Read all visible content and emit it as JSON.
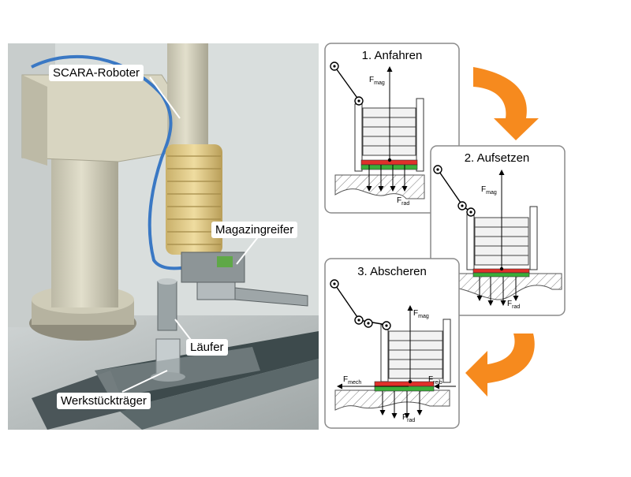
{
  "colors": {
    "arrow_orange": "#f68a1e",
    "red_layer": "#e0302a",
    "green_layer": "#3cae3a",
    "panel_border": "#8a8a8a"
  },
  "photo": {
    "labels": {
      "scara": "SCARA-Roboter",
      "gripper": "Magazingreifer",
      "runner": "Läufer",
      "carrier": "Werkstückträger"
    }
  },
  "panels": [
    {
      "title": "1. Anfahren",
      "forces": [
        {
          "main": "F",
          "sub": "mag"
        },
        {
          "main": "F",
          "sub": "rad"
        }
      ]
    },
    {
      "title": "2. Aufsetzen",
      "forces": [
        {
          "main": "F",
          "sub": "mag"
        },
        {
          "main": "F",
          "sub": "rad"
        }
      ]
    },
    {
      "title": "3. Abscheren",
      "forces": [
        {
          "main": "F",
          "sub": "mag"
        },
        {
          "main": "F",
          "sub": "mech"
        },
        {
          "main": "F",
          "sub": "reib"
        },
        {
          "main": "F",
          "sub": "rad"
        }
      ]
    }
  ]
}
